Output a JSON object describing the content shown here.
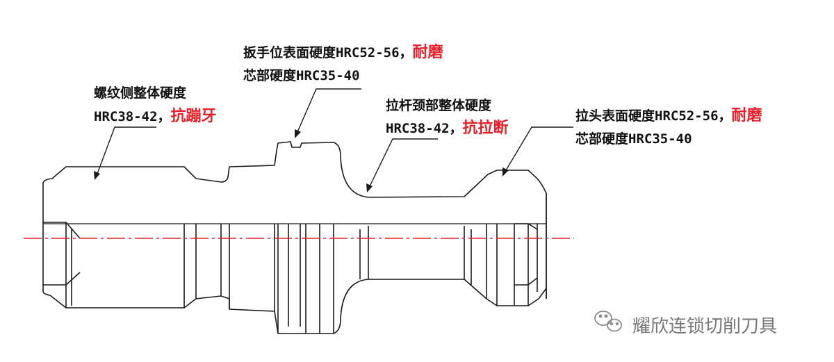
{
  "colors": {
    "outline": "#1a1a1a",
    "centerline": "#e8202a",
    "highlight": "#e8202a",
    "watermark": "#7a7a7a"
  },
  "annotations": {
    "wrench": {
      "line1": "扳手位表面硬度HRC52-56，",
      "line1_red": "耐磨",
      "line2": "芯部硬度HRC35-40"
    },
    "thread": {
      "line1": "螺纹侧整体硬度",
      "line2": "HRC38-42，",
      "line2_red": "抗蹦牙"
    },
    "neck": {
      "line1": "拉杆颈部整体硬度",
      "line2": "HRC38-42，",
      "line2_red": "抗拉断"
    },
    "head": {
      "line1": "拉头表面硬度HRC52-56，",
      "line1_red": "耐磨",
      "line2": "芯部硬度HRC35-40"
    }
  },
  "watermark": {
    "icon": "wechat-icon",
    "text": "耀欣连锁切削刀具"
  }
}
